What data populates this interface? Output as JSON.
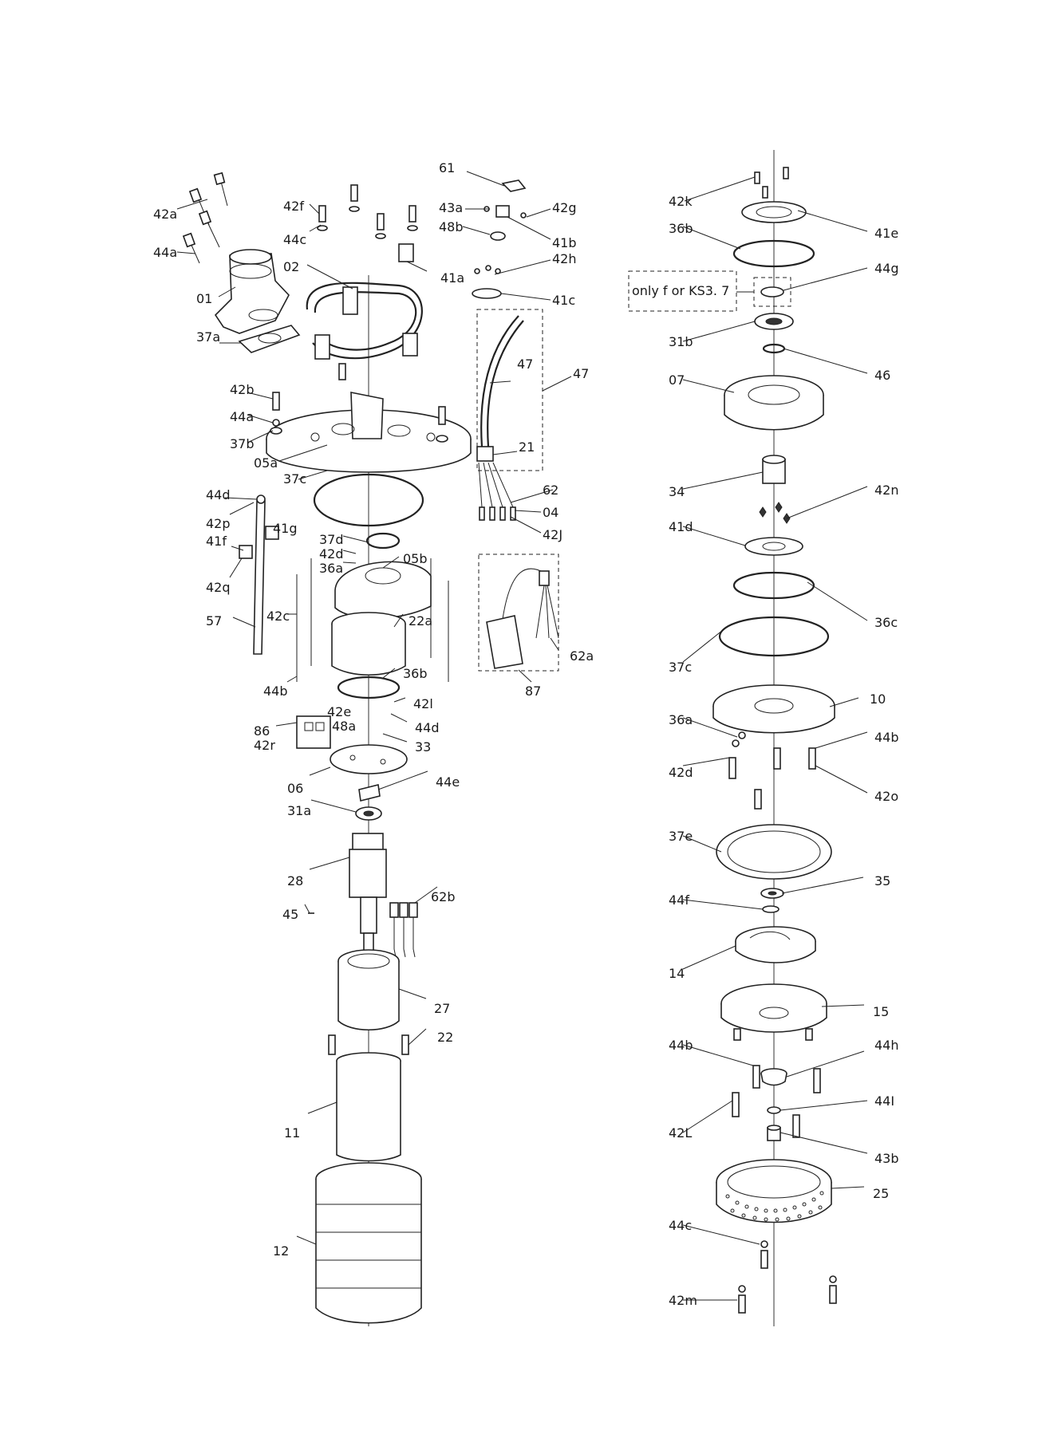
{
  "note": "only f   or KS3.   7",
  "labels": {
    "l61": "61",
    "l43a": "43a",
    "l42g": "42g",
    "l48b": "48b",
    "l41b": "41b",
    "l42h": "42h",
    "l41c": "41c",
    "l47a": "47",
    "l47b": "47",
    "l21": "21",
    "l62": "62",
    "l04": "04",
    "l42J": "42J",
    "l62a": "62a",
    "l87": "87",
    "l42a": "42a",
    "l44a_top": "44a",
    "l42f": "42f",
    "l44c_top": "44c",
    "l41a": "41a",
    "l02": "02",
    "l01": "01",
    "l37a": "37a",
    "l42b": "42b",
    "l44a_mid": "44a",
    "l37b": "37b",
    "l05a": "05a",
    "l37c": "37c",
    "l44d_left": "44d",
    "l42p": "42p",
    "l41g": "41g",
    "l41f": "41f",
    "l42q": "42q",
    "l57": "57",
    "l37d": "37d",
    "l42d_left": "42d",
    "l36a_left": "36a",
    "l05b": "05b",
    "l42c": "42c",
    "l22a": "22a",
    "l36b_left": "36b",
    "l44b_left": "44b",
    "l42l": "42l",
    "l42e": "42e",
    "l48a": "48a",
    "l44d_mid": "44d",
    "l86": "86",
    "l42r": "42r",
    "l33": "33",
    "l06": "06",
    "l44e": "44e",
    "l31a": "31a",
    "l28": "28",
    "l62b": "62b",
    "l45": "45",
    "l27": "27",
    "l22": "22",
    "l11": "11",
    "l12": "12",
    "l42k": "42k",
    "l41e": "41e",
    "l36b_right": "36b",
    "l44g": "44g",
    "l31b": "31b",
    "l46": "46",
    "l07": "07",
    "l34": "34",
    "l42n": "42n",
    "l41d": "41d",
    "l36c": "36c",
    "l37c_right": "37c",
    "l10": "10",
    "l36a_right": "36a",
    "l44b_r1": "44b",
    "l42d_right": "42d",
    "l42o": "42o",
    "l37e": "37e",
    "l35": "35",
    "l44f": "44f",
    "l14": "14",
    "l15": "15",
    "l44b_r2": "44b",
    "l44h": "44h",
    "l44I": "44I",
    "l42L": "42L",
    "l43b": "43b",
    "l25": "25",
    "l44c_right": "44c",
    "l42m": "42m"
  }
}
